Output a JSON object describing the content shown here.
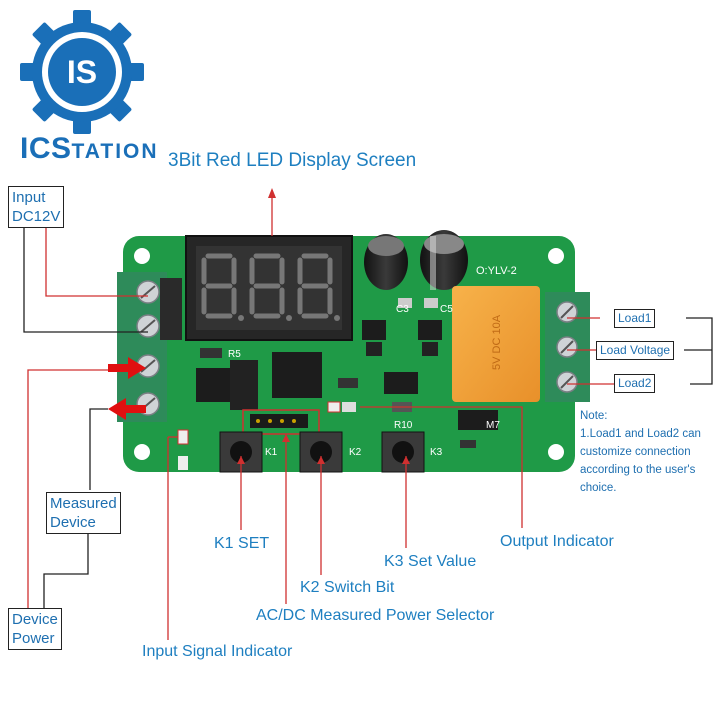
{
  "logo": {
    "monogram": "IS",
    "brand_prefix": "ICS",
    "brand_suffix": "TATION",
    "color": "#1a6fb8"
  },
  "board": {
    "model": "O:YLV-2",
    "color": "#1f9a47"
  },
  "labels": {
    "display": "3Bit Red LED Display Screen",
    "input_line1": "Input",
    "input_line2": "DC12V",
    "load1": "Load1",
    "load_voltage": "Load Voltage",
    "load2": "Load2",
    "measured_line1": "Measured",
    "measured_line2": "Device",
    "device_power_line1": "Device",
    "device_power_line2": "Power",
    "k1_set": "K1 SET",
    "k2_switch": "K2 Switch Bit",
    "k3_set": "K3 Set Value",
    "acdc_selector": "AC/DC Measured Power Selector",
    "output_indicator": "Output Indicator",
    "input_indicator": "Input Signal Indicator"
  },
  "note": {
    "title": "Note:",
    "line1": "1.Load1 and Load2 can",
    "line2": "customize connection",
    "line3": "according to the user's",
    "line4": "choice."
  },
  "silkscreen": {
    "c3": "C3",
    "c5": "C5",
    "r5": "R5",
    "r10": "R10",
    "m7": "M7",
    "k1": "K1",
    "k2": "K2",
    "k3": "K3",
    "relay_text": "5V DC 10A"
  },
  "colors": {
    "accent": "#1e7fc0",
    "arrow": "#e01010",
    "line_red": "#d03030"
  }
}
